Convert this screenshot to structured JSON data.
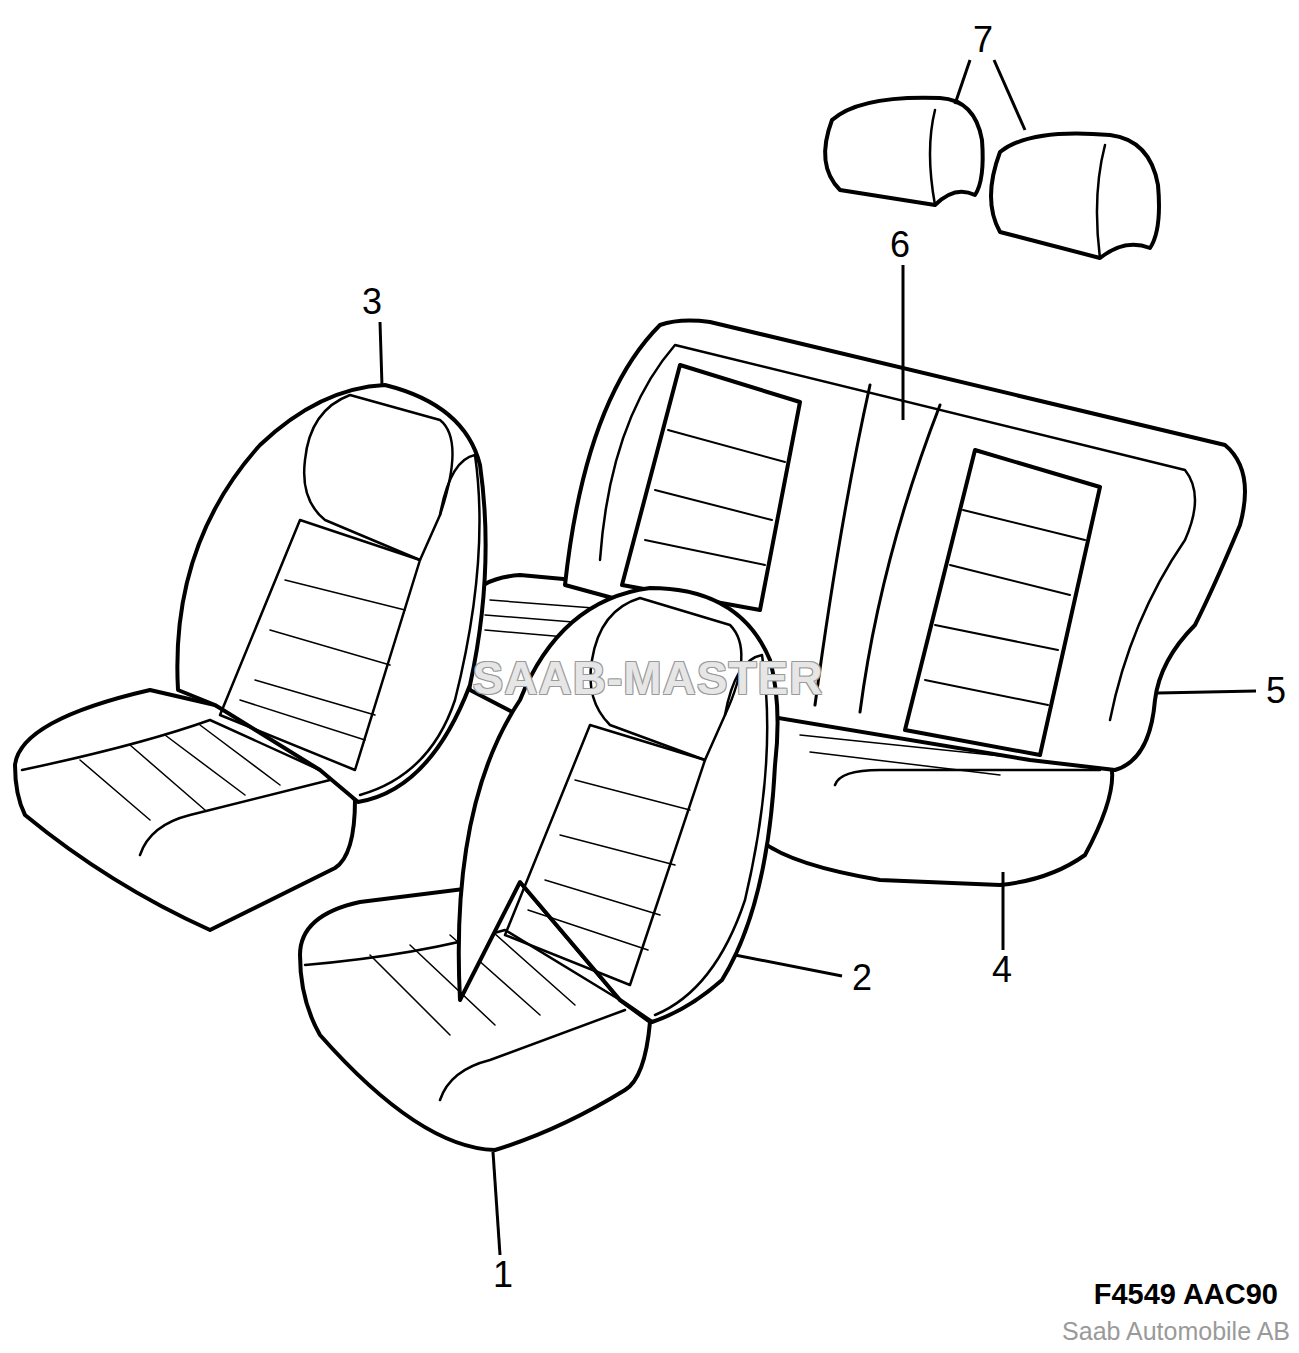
{
  "diagram": {
    "labels": [
      "7",
      "6",
      "3",
      "5",
      "4",
      "2",
      "1",
      "SAAB-MASTER",
      "F4549 AAC90",
      "Saab Automobile AB"
    ]
  }
}
